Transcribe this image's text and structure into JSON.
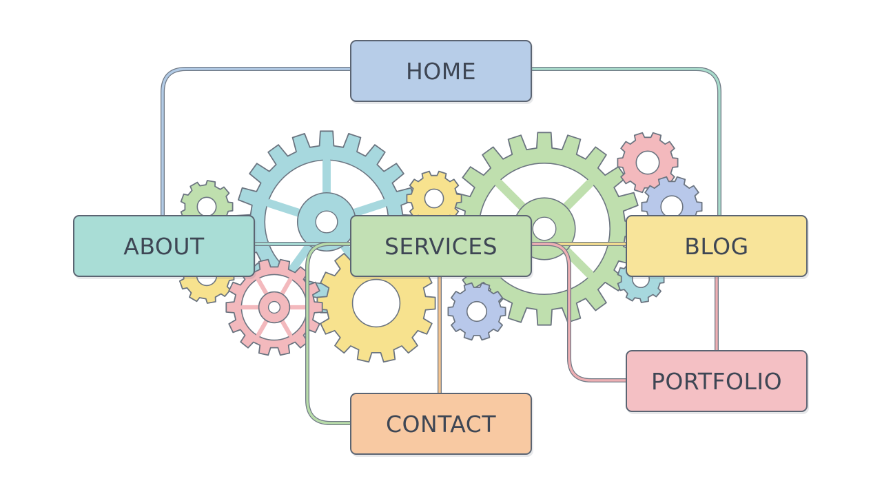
{
  "diagram": {
    "nodes": {
      "home": {
        "label": "HOME",
        "fill": "#b7cde8"
      },
      "about": {
        "label": "ABOUT",
        "fill": "#a9ddd6"
      },
      "services": {
        "label": "SERVICES",
        "fill": "#c2e0b4"
      },
      "blog": {
        "label": "BLOG",
        "fill": "#f8e49a"
      },
      "portfolio": {
        "label": "PORTFOLIO",
        "fill": "#f4c0c4"
      },
      "contact": {
        "label": "CONTACT",
        "fill": "#f8c9a2"
      }
    },
    "connector_colors": {
      "home_about": "#b2cbe6",
      "home_blog": "#a9dccc",
      "about_services": "#a9ddd6",
      "services_blog": "#f6df90",
      "services_contact_green": "#b8dcaa",
      "services_contact_orange": "#f6c58f",
      "services_portfolio": "#eeafb3",
      "blog_portfolio": "#eeafb3"
    },
    "gear_colors": {
      "blue_teal": "#a7d8de",
      "green": "#bfdfae",
      "yellow": "#f7e28e",
      "pink": "#f3b9bd",
      "blue": "#b8c8ea",
      "outline": "#6b7480"
    }
  }
}
